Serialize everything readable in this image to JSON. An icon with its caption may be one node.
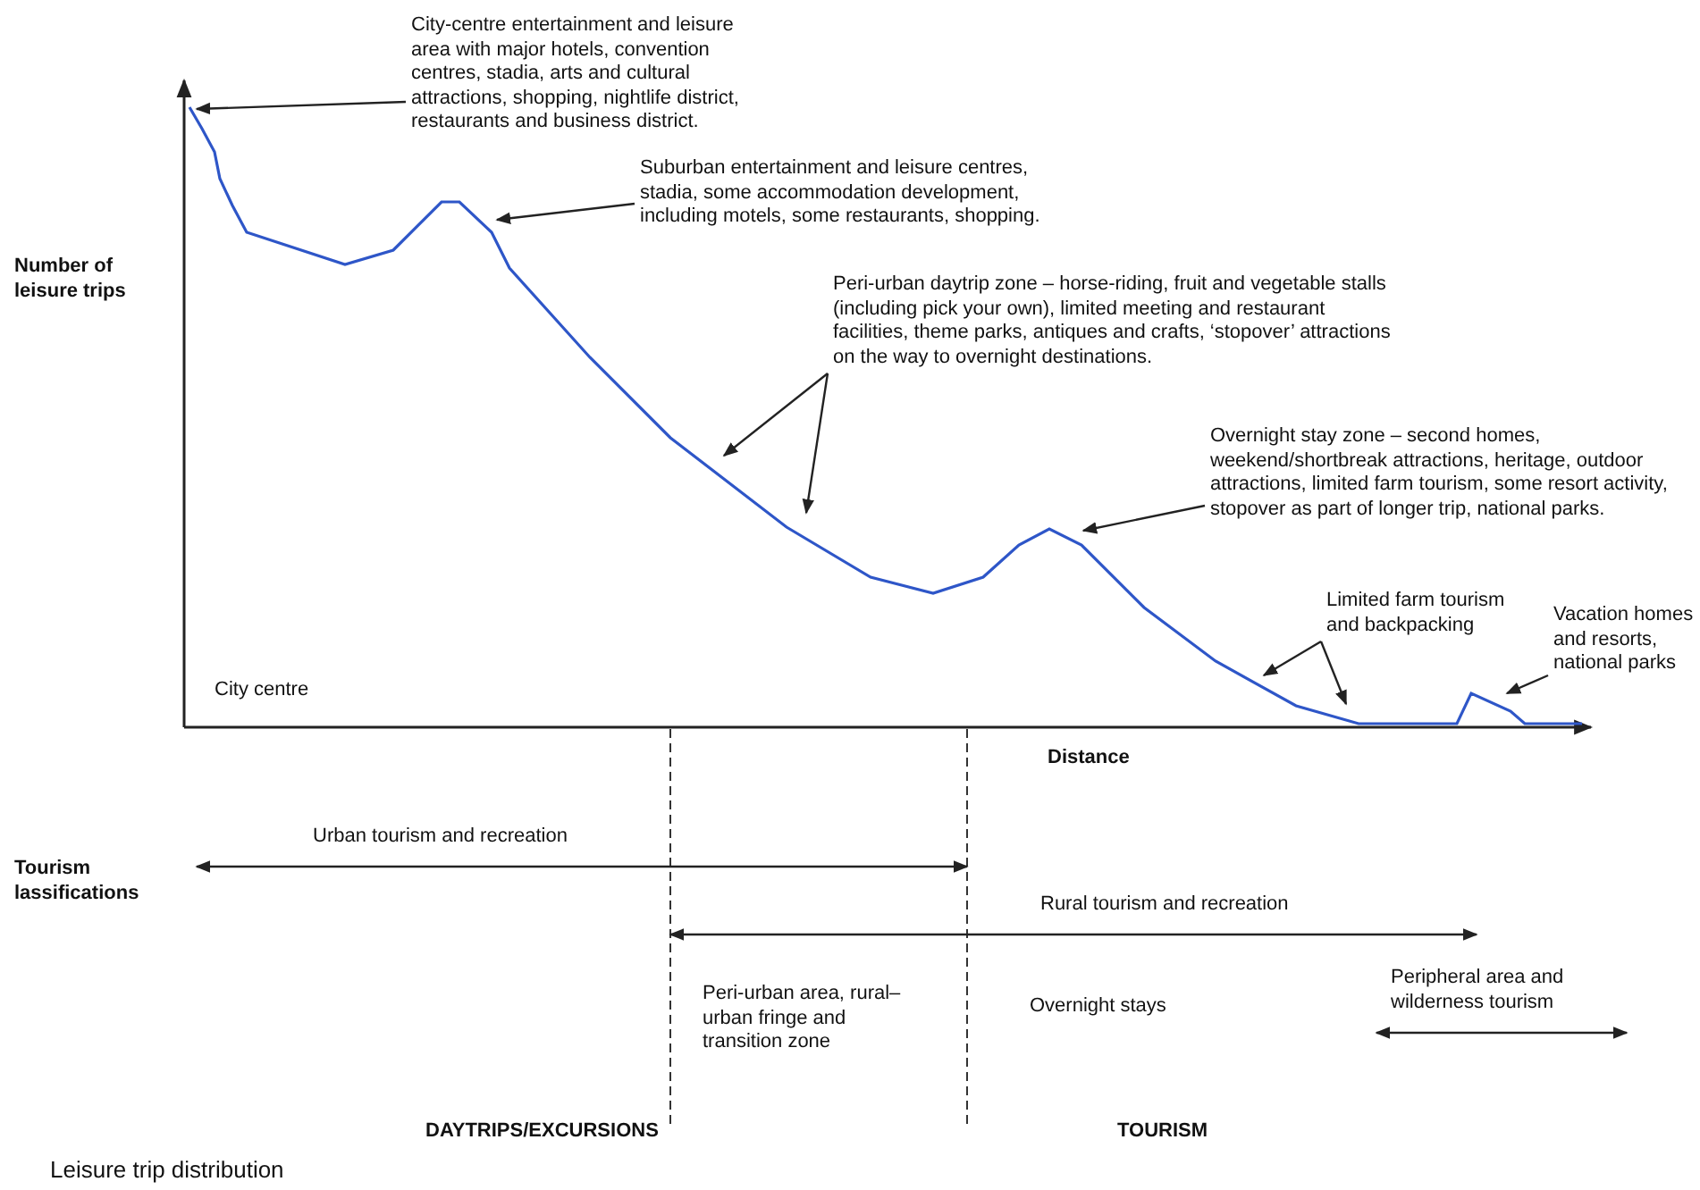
{
  "diagram": {
    "caption": "Leisure trip distribution",
    "nodes": [
      {
        "text": [
          "City-centre entertainment and leisure area with major hotels, convention centres, stadia, arts and cultural attractions, shopping, nightlife district, restaurants and business district."
        ]
      },
      {
        "text": [
          "Suburban entertainment and leisure centres, stadia, some accommodation development, including motels, some restaurants, shopping."
        ]
      },
      {
        "text": [
          "Peri-urban daytrip zone – horse-riding, fruit and vegetable stalls (including pick your own), limited meeting and restaurant facilities, theme parks, antiques and crafts, ‘stopover’ attractions on the way to overnight destinations."
        ]
      },
      {
        "text": [
          "Overnight stay zone – second homes, weekend/shortbreak attractions, heritage, outdoor attractions, limited farm tourism, some resort activity, stopover as part of longer trip, national parks."
        ]
      },
      {
        "text": [
          "Limited farm tourism and backpacking"
        ]
      },
      {
        "text": [
          "Vacation homes and resorts, national parks"
        ]
      }
    ],
    "edges": [
      {
        "from": 0,
        "to": null,
        "arrow": "to"
      },
      {
        "from": 1,
        "to": null,
        "arrow": "to"
      },
      {
        "from": 2,
        "to": null,
        "arrow": "to"
      },
      {
        "from": 2,
        "to": null,
        "arrow": "to"
      },
      {
        "from": 3,
        "to": null,
        "arrow": "to"
      },
      {
        "from": 4,
        "to": null,
        "arrow": "to"
      },
      {
        "from": 4,
        "to": null,
        "arrow": "to"
      },
      {
        "from": 5,
        "to": null,
        "arrow": "to"
      }
    ],
    "labels": [
      "Number of leisure trips",
      "City centre",
      "Distance",
      "Urban tourism and recreation",
      "Tourism lassifications",
      "Rural tourism and recreation",
      "Peri-urban area, rural–urban fringe and transition zone",
      "Overnight stays",
      "Peripheral area and wilderness tourism",
      "DAYTRIPS/EXCURSIONS",
      "TOURISM"
    ]
  }
}
